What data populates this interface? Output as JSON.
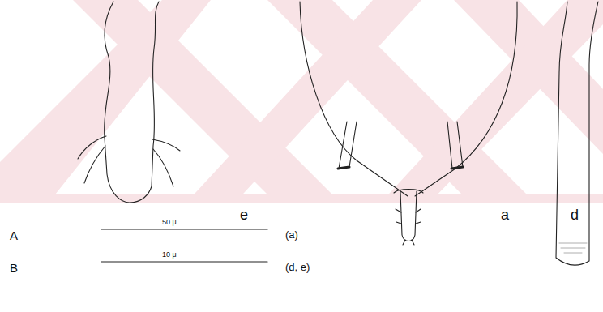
{
  "diagram": {
    "labels": [
      "e",
      "a",
      "d",
      "A",
      "50 μ",
      "(a)",
      "B",
      "10 μ",
      "(d, e)"
    ]
  }
}
